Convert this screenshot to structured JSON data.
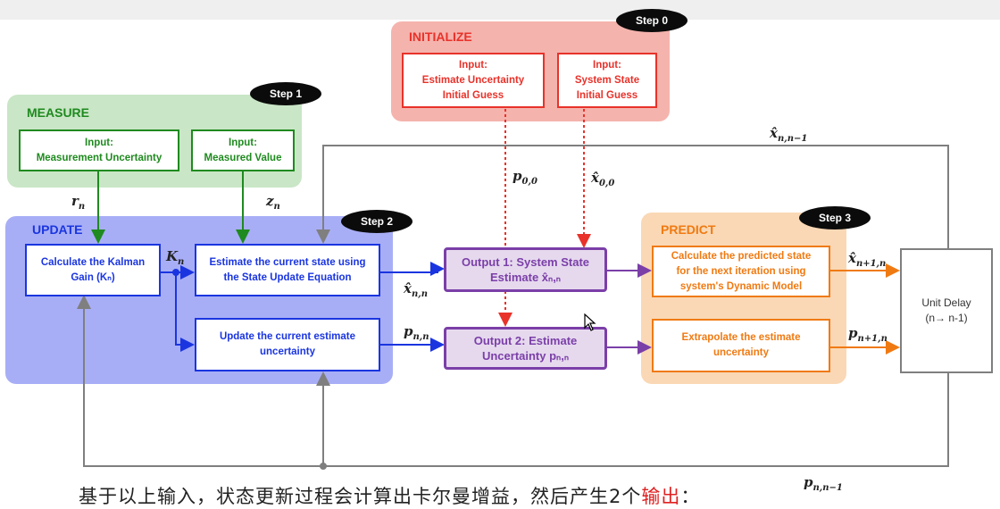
{
  "colors": {
    "measure": "#1f8a1f",
    "update": "#1a35e0",
    "initialize": "#e8322a",
    "predict": "#f07a12",
    "output": "#7b3fa8",
    "feedback": "#7f7f7f"
  },
  "panels": {
    "measure": "MEASURE",
    "update": "UPDATE",
    "initialize": "INITIALIZE",
    "predict": "PREDICT"
  },
  "steps": {
    "step0": "Step 0",
    "step1": "Step 1",
    "step2": "Step 2",
    "step3": "Step 3"
  },
  "measure": {
    "input_uncertainty": [
      "Input:",
      "Measurement Uncertainty"
    ],
    "input_value": [
      "Input:",
      "Measured Value"
    ]
  },
  "initialize": {
    "input_uncertainty": [
      "Input:",
      "Estimate Uncertainty",
      "Initial Guess"
    ],
    "input_state": [
      "Input:",
      "System State",
      "Initial Guess"
    ]
  },
  "update": {
    "kalman_gain": [
      "Calculate the Kalman",
      "Gain (Kₙ)"
    ],
    "estimate_state": [
      "Estimate the current state using",
      "the State Update Equation"
    ],
    "update_uncertainty": [
      "Update the current estimate",
      "uncertainty"
    ]
  },
  "outputs": {
    "output1": [
      "Output 1: System State",
      "Estimate x̂ₙ,ₙ"
    ],
    "output2": [
      "Output 2: Estimate",
      "Uncertainty pₙ,ₙ"
    ]
  },
  "predict": {
    "predicted_state": [
      "Calculate the predicted state",
      "for the next iteration using",
      "system's Dynamic Model"
    ],
    "extrapolate": [
      "Extrapolate the estimate",
      "uncertainty"
    ]
  },
  "unit_delay": {
    "title": "Unit Delay",
    "formula": "(n→ n-1)"
  },
  "labels": {
    "r_n": "r",
    "z_n": "z",
    "k_n": "K",
    "p00": "p",
    "x00": "x̂",
    "x_nn": "x̂",
    "p_nn": "p",
    "x_n1n": "x̂",
    "p_n1n": "p",
    "x_nn1": "x̂",
    "p_nn1": "p",
    "sub_n": "n",
    "sub_00": "0,0",
    "sub_nn": "n,n",
    "sub_n1n": "n+1,n",
    "sub_nn1": "n,n−1"
  },
  "caption": {
    "before": "基于以上输入，状态更新过程会计算出卡尔曼增益，然后产生2个",
    "highlight": "输出",
    "after": "："
  }
}
